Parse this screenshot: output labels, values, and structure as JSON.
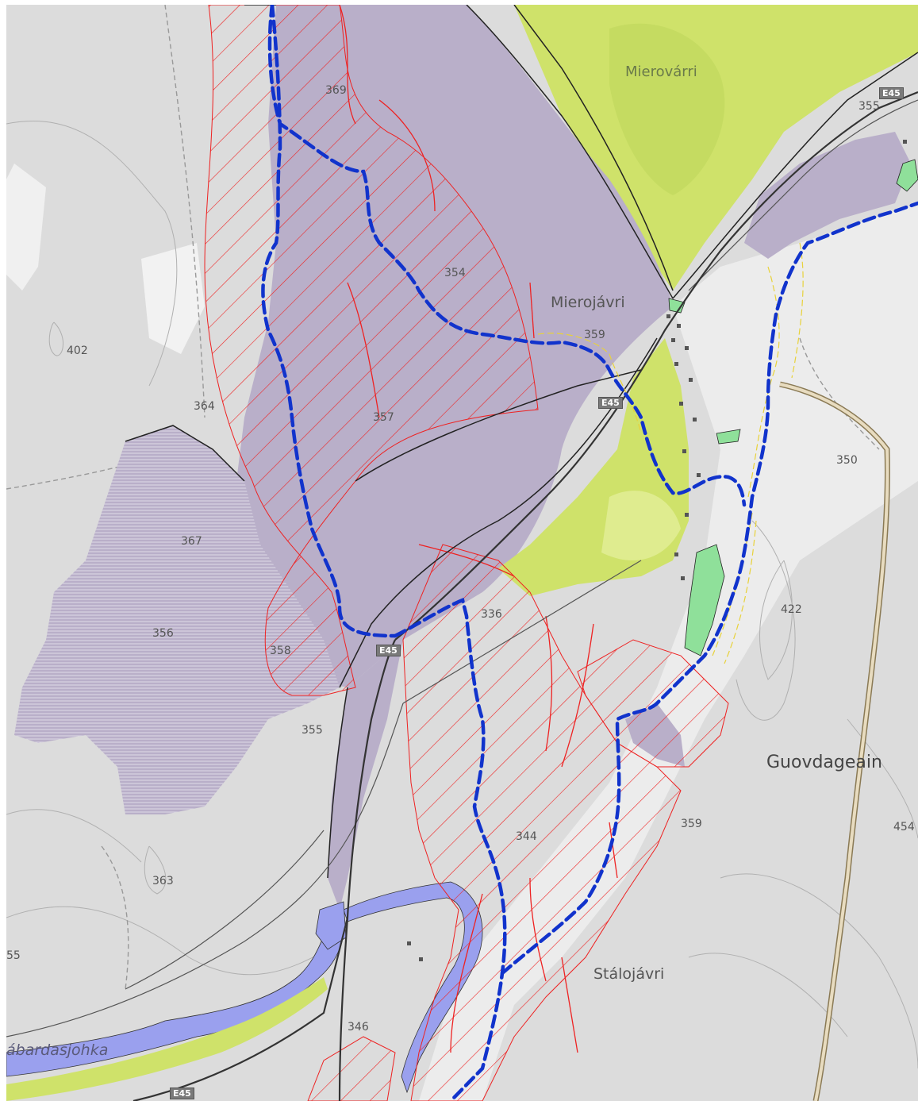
{
  "map": {
    "labels": {
      "mierovarri": "Mierovárri",
      "mierojavri": "Mierojávri",
      "guovdageaidnu": "Guovdageain",
      "stalojavri": "Stálojávri",
      "abardasjohka": "ábardasjohka"
    },
    "spot_heights": {
      "h369": "369",
      "h354": "354",
      "h359_town": "359",
      "h402": "402",
      "h364": "364",
      "h357": "357",
      "h367": "367",
      "h356": "356",
      "h358": "358",
      "h336": "336",
      "h355_west": "355",
      "h363": "363",
      "h344": "344",
      "h355_edge": "55",
      "h346": "346",
      "h350": "350",
      "h422": "422",
      "h359_east": "359",
      "h454": "454",
      "h355_ne": "355"
    },
    "road_shields": {
      "ne": "E45",
      "town": "E45",
      "center": "E45",
      "bottom": "E45"
    },
    "colors": {
      "base": "#dcdcdc",
      "lavender": "#b9afc9",
      "yellow_green": "#cfe26a",
      "green_patch": "#8fe09a",
      "river_blue": "#9aa0ee",
      "hatch_red": "#ee2222",
      "route_blue": "#1133cc",
      "buffer_yellow": "#e8d23a",
      "road_tan": "#c9b78a"
    }
  }
}
